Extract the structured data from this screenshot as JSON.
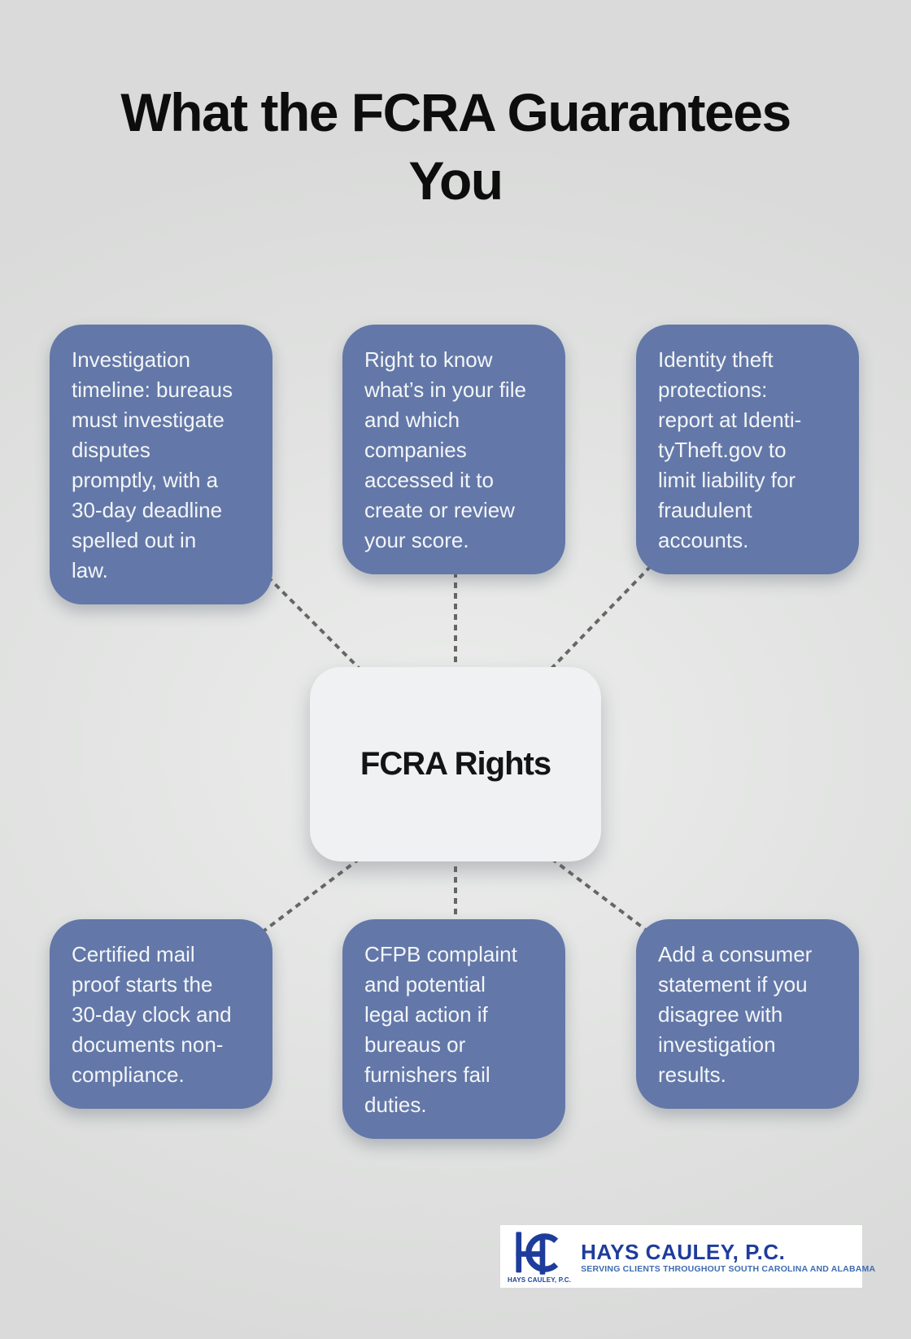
{
  "page": {
    "title": "What the FCRA Guarantees You"
  },
  "diagram": {
    "center_label": "FCRA Rights",
    "nodes": [
      {
        "id": "investigation-timeline",
        "text": "Investigation\ntimeline: bureaus\nmust investigate\ndisputes\npromptly, with a\n30-day deadline\nspelled out in\nlaw."
      },
      {
        "id": "right-to-know",
        "text": "Right to know\nwhat’s in your file\nand which\ncompanies\naccessed it to\ncreate or review\nyour score."
      },
      {
        "id": "identity-theft-protections",
        "text": "Identity theft\nprotections:\nreport at Identi-\ntyTheft.gov to\nlimit liability for\nfraudulent\naccounts."
      },
      {
        "id": "certified-mail-proof",
        "text": "Certified mail\nproof starts the\n30-day clock and\ndocuments non-\ncompliance."
      },
      {
        "id": "cfpb-complaint",
        "text": "CFPB complaint\nand potential\nlegal action if\nbureaus or\nfurnishers fail\nduties."
      },
      {
        "id": "consumer-statement",
        "text": "Add a consumer\nstatement if you\ndisagree with\ninvestigation\nresults."
      }
    ]
  },
  "footer_logo": {
    "monogram": "HC",
    "firm_name": "HAYS CAULEY, P.C.",
    "tagline": "SERVING CLIENTS THROUGHOUT SOUTH CAROLINA AND ALABAMA",
    "caption": "HAYS CAULEY, P.C."
  },
  "colors": {
    "background": "#e0e1e1",
    "node_fill": "#6378a8",
    "node_text": "#f3f5f8",
    "center_fill": "#eff1f2",
    "center_text": "#141414",
    "title_text": "#0d0d0d",
    "connector": "#666665",
    "logo_navy": "#1e3c9b",
    "logo_blue": "#3e6cb2",
    "logo_background": "#ffffff"
  }
}
